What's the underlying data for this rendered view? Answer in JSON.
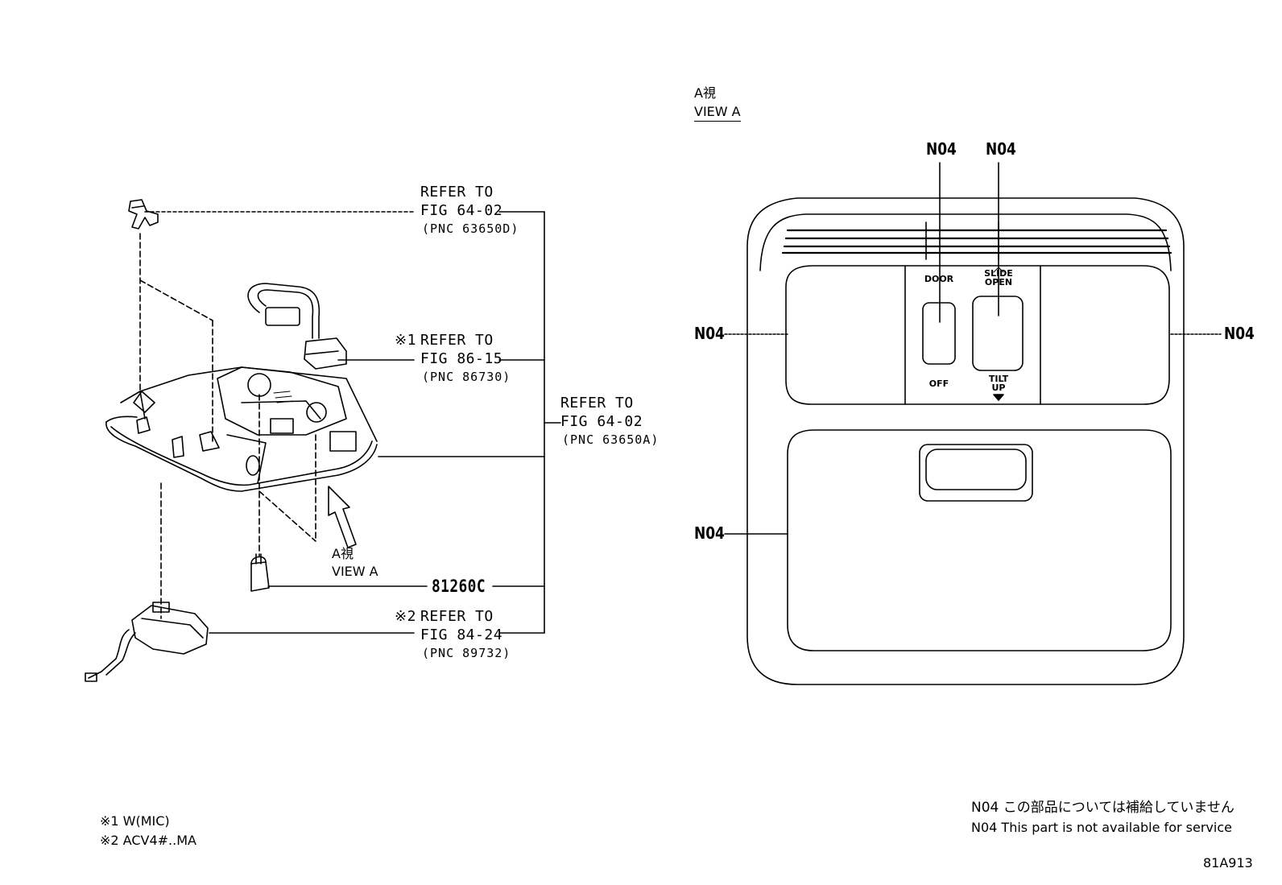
{
  "left": {
    "refs": [
      {
        "marker": "",
        "line1": "REFER TO",
        "line2": "FIG 64-02",
        "pnc": "(PNC 63650D)"
      },
      {
        "marker": "※1",
        "line1": "REFER TO",
        "line2": "FIG 86-15",
        "pnc": "(PNC 86730)"
      },
      {
        "marker": "",
        "line1": "REFER TO",
        "line2": "FIG 64-02",
        "pnc": "(PNC 63650A)"
      },
      {
        "marker": "※2",
        "line1": "REFER TO",
        "line2": "FIG 84-24",
        "pnc": "(PNC 89732)"
      }
    ],
    "part_number": "81260C",
    "view_label_jp": "A視",
    "view_label_en": "VIEW A"
  },
  "right": {
    "view_label_jp": "A視",
    "view_label_en": "VIEW A",
    "callout": "N04",
    "switch_labels": {
      "door": "DOOR",
      "off": "OFF",
      "slide_open": "SLIDE\nOPEN",
      "tilt_up": "TILT\nUP"
    }
  },
  "footnotes": [
    "※1 W(MIC)",
    "※2 ACV4#..MA"
  ],
  "note": {
    "jp": "N04 この部品については補給していません",
    "en": "N04 This part is not available for service"
  },
  "figure_id": "81A913"
}
